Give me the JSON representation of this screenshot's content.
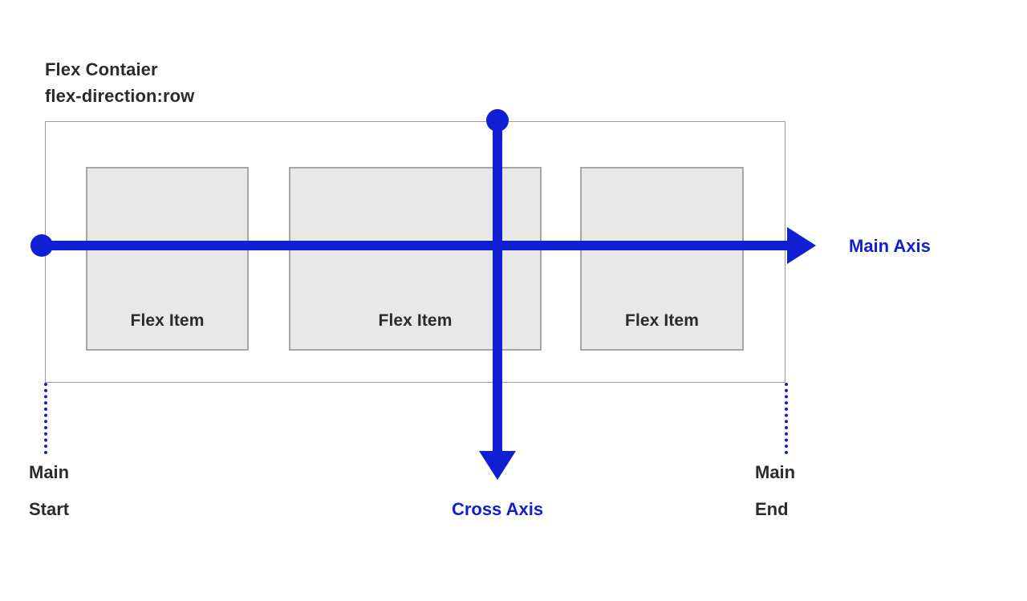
{
  "diagram": {
    "title_line_1": "Flex Contaier",
    "title_line_2": "flex-direction:row",
    "accent_color": "#0f1fd1",
    "item_fill_color": "#e8e8e8",
    "item_border_color": "#a6a6a6",
    "container_border_color": "#9b9b9b",
    "text_color": "#2b2b2b"
  },
  "container": {
    "items": [
      {
        "label": "Flex Item"
      },
      {
        "label": "Flex Item"
      },
      {
        "label": "Flex Item"
      }
    ]
  },
  "axes": {
    "main": {
      "label": "Main Axis",
      "start_label_line_1": "Main",
      "start_label_line_2": "Start",
      "end_label_line_1": "Main",
      "end_label_line_2": "End"
    },
    "cross": {
      "label": "Cross Axis"
    }
  }
}
